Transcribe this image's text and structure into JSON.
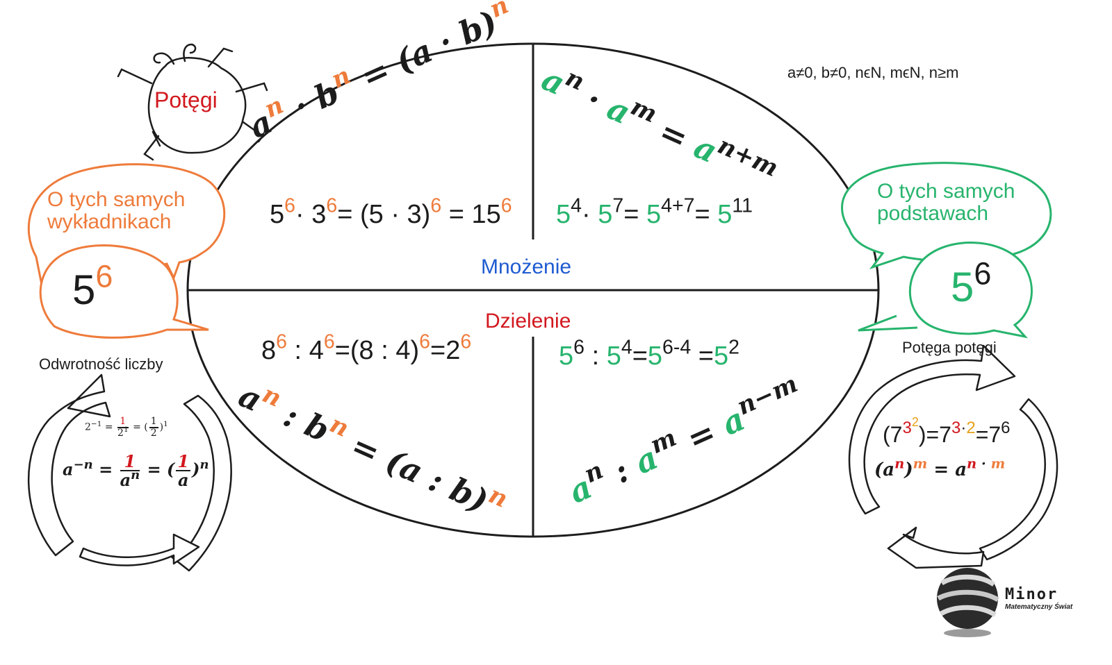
{
  "labels": {
    "powers": "Potęgi",
    "condition": "a≠0, b≠0, nϵN, mϵN, n≥m",
    "same_exponents": "O tych samych wykładnikach",
    "same_bases": "O tych samych podstawach",
    "multiplication": "Mnożenie",
    "division": "Dzielenie",
    "reciprocal": "Odwrotność liczby",
    "power_of_power": "Potęga potęgi"
  },
  "bubbles": {
    "left_base": "5",
    "left_exp": "6",
    "right_base": "5",
    "right_exp": "6"
  },
  "rules": {
    "mult_same_exp": {
      "a": "a",
      "n": "n",
      "b": "b"
    },
    "mult_same_base": {
      "a": "a",
      "n": "n",
      "m": "m",
      "nm": "n+m"
    },
    "div_same_exp": {
      "a": "a",
      "n": "n",
      "b": "b"
    },
    "div_same_base": {
      "a": "a",
      "n": "n",
      "m": "m",
      "nm": "n−m"
    }
  },
  "examples": {
    "mult_exp": [
      "5",
      "6",
      "3",
      "6",
      "(5",
      "3)",
      "6",
      "15",
      "6"
    ],
    "mult_base": [
      "5",
      "4",
      "5",
      "7",
      "5",
      "4+7",
      "5",
      "11"
    ],
    "div_exp": [
      "8",
      "6",
      "4",
      "6",
      "(8",
      "4)",
      "6",
      "2",
      "6"
    ],
    "div_base": [
      "5",
      "6",
      "5",
      "4",
      "5",
      "6-4",
      "5",
      "2"
    ],
    "reciprocal_example": [
      "2",
      "−1",
      "1",
      "2",
      "1",
      "1",
      "2",
      "1"
    ],
    "reciprocal_rule": [
      "a",
      "−n",
      "1",
      "a",
      "n",
      "1",
      "a",
      "n"
    ],
    "power_example": [
      "(7",
      "3",
      "2",
      ")",
      "7",
      "3",
      "·",
      "2",
      "7",
      "6"
    ],
    "power_rule": [
      "(a",
      "n",
      ")",
      "m",
      "a",
      "n",
      "·",
      "m"
    ]
  },
  "logo": {
    "name": "Minor",
    "tagline": "Matematyczny Świat"
  },
  "colors": {
    "orange": "#ee7b3b",
    "green": "#27b46d",
    "red": "#d2181f",
    "blue": "#1f5bd1",
    "gold": "#e6a019"
  }
}
